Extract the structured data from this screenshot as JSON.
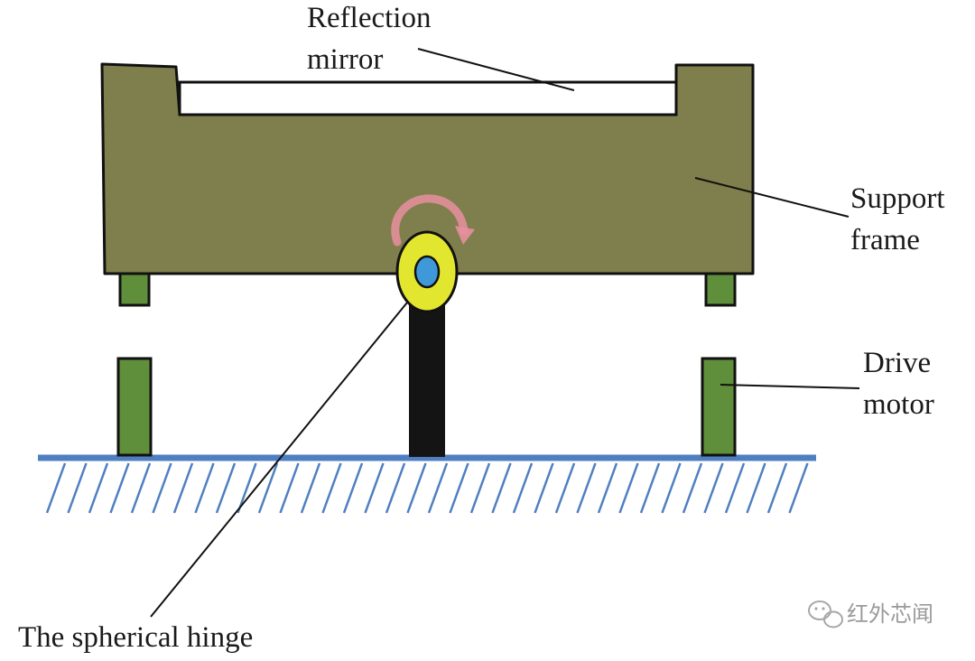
{
  "labels": {
    "reflection_mirror": [
      "Reflection",
      "mirror"
    ],
    "support_frame": [
      "Support",
      "frame"
    ],
    "drive_motor": [
      "Drive",
      "motor"
    ],
    "spherical_hinge": "The spherical hinge"
  },
  "watermark": {
    "text": "红外芯闻",
    "icon": "wechat-icon"
  },
  "colors": {
    "frame_fill": "#7f7f4d",
    "motor_fill": "#5f8f3a",
    "hinge_outer": "#e3e62e",
    "hinge_inner": "#3f98d8",
    "post": "#141414",
    "ground": "#4f7fc0",
    "rotation_arrow": "#e88f9f"
  }
}
